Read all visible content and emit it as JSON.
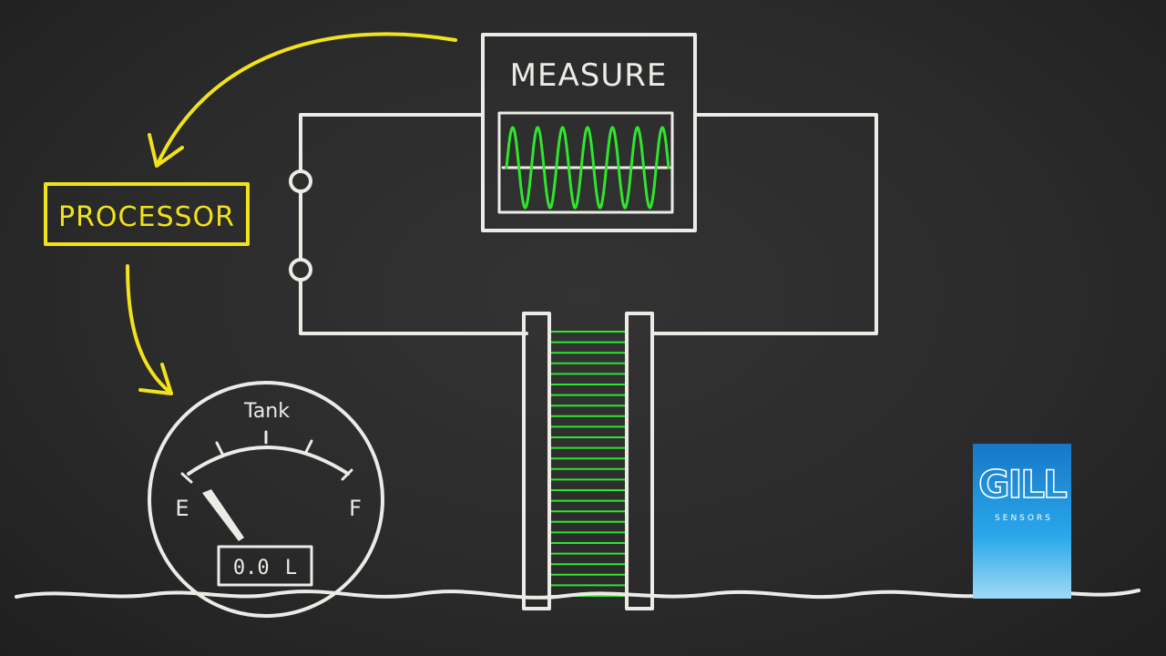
{
  "diagram": {
    "measure_label": "MEASURE",
    "processor_label": "PROCESSOR",
    "gauge": {
      "title": "Tank",
      "empty_label": "E",
      "full_label": "F",
      "readout": "0.0",
      "unit": "L",
      "level": 0.0
    }
  },
  "logo": {
    "brand": "GILL",
    "tagline": "SENSORS"
  },
  "colors": {
    "chalk": "#ecebe6",
    "processor_yellow": "#f2e21b",
    "signal_green": "#2ee62e",
    "logo_blue": "#1a9be0",
    "board": "#2b2b2b"
  }
}
